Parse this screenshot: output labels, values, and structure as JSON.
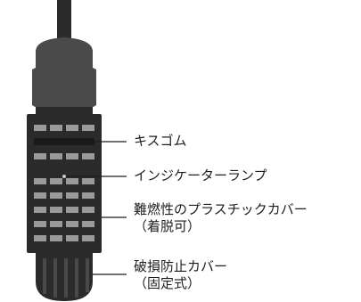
{
  "labels": {
    "rubber_cap": "キスゴム",
    "indicator_lamp": "インジケーターランプ",
    "cover_line1": "難燃性のプラスチックカバー",
    "cover_line2": "（着脱可）",
    "damage_line1": "破損防止カバー",
    "damage_line2": "（固定式）"
  },
  "colors": {
    "body_dark": "#2b2b2b",
    "cap_gray": "#4a4a4a",
    "inner_gray": "#9a9a9a",
    "line": "#1e1e1e"
  }
}
